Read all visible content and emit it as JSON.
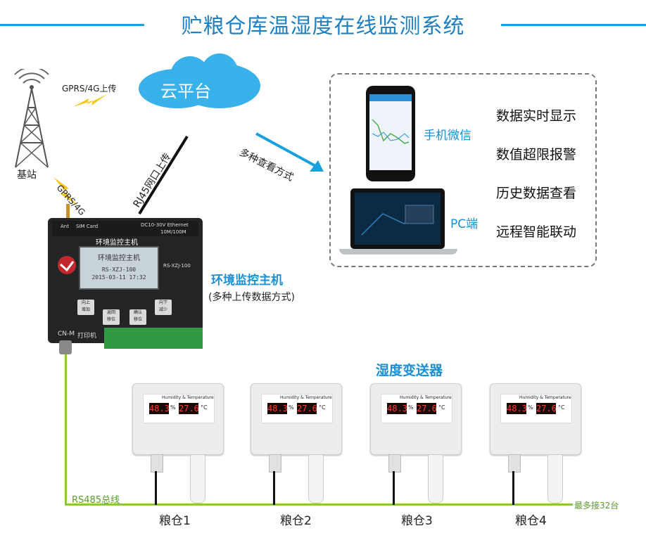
{
  "title": "贮粮仓库温湿度在线监测系统",
  "tower_label": "基站",
  "gprs_top": "GPRS/4G上传",
  "gprs_mid": "GPRS/4G",
  "cloud_label": "云平台",
  "rj45_label": "RJ45网口上传",
  "multi_view": "多种查看方式",
  "mobile_label": "手机微信",
  "pc_label": "PC端",
  "features": [
    "数据实时显示",
    "数值超限报警",
    "历史数据查看",
    "远程智能联动"
  ],
  "controller": {
    "name": "环境监控主机",
    "sub": "(多种上传数据方式)",
    "panel_title": "环境监控主机",
    "lcd_line1": "环境监控主机",
    "lcd_line2": "RS-XZJ-100",
    "lcd_line3": "2015-03-11 17:32",
    "model": "RS-XZJ-100",
    "ant": "Ant",
    "sim": "SIM Card",
    "power": "DC10-30V  Ethernet",
    "speed": "10M/100M",
    "btn_up": "向上",
    "btn_inc": "增加",
    "btn_back": "返回",
    "btn_move1": "移位",
    "btn_ok": "确认",
    "btn_move2": "移位",
    "btn_down": "向下",
    "btn_dec": "减少",
    "cn_m": "CN-M",
    "printer": "打印机"
  },
  "sensor_group_label": "湿度变送器",
  "sensor_text": "Humidity & Temperature",
  "sensor_hum": "48.3",
  "sensor_temp": "27.6",
  "unit_pct": "%",
  "unit_c": "°C",
  "rs485": "RS485总线",
  "max_label": "最多接32台",
  "silos": [
    "粮仓1",
    "粮仓2",
    "粮仓3",
    "粮仓4"
  ],
  "colors": {
    "accent": "#1aa0dc",
    "bus": "#8cc63f",
    "lightning": "#f5c518"
  }
}
